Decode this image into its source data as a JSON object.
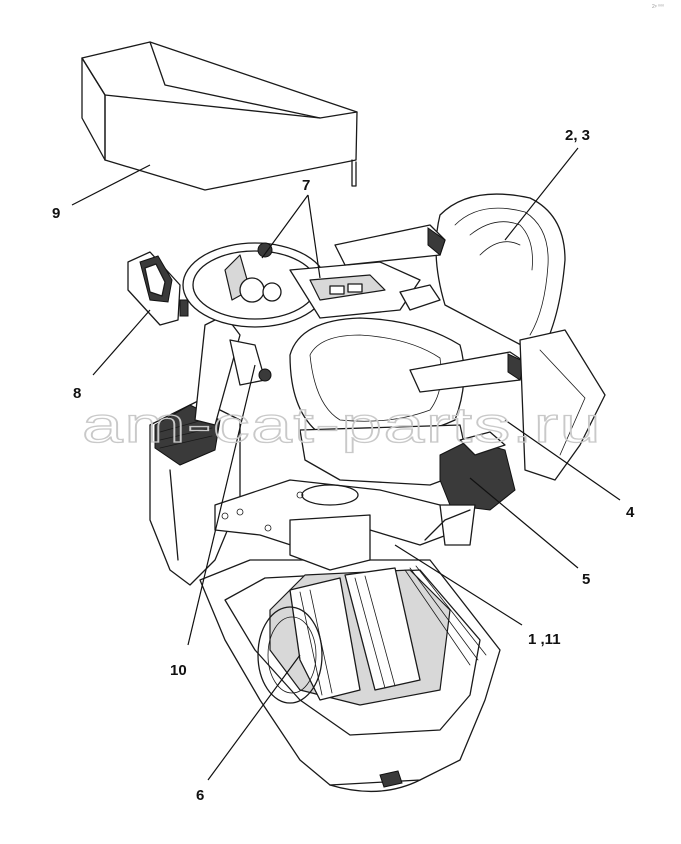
{
  "corner_code": "2ᵖ ⁰⁰⁰",
  "watermark": "am-cat-parts.ru",
  "callouts": {
    "c1": "1 ,11",
    "c2": "2, 3",
    "c4": "4",
    "c5": "5",
    "c6": "6",
    "c7": "7",
    "c8": "8",
    "c9": "9",
    "c10": "10"
  }
}
